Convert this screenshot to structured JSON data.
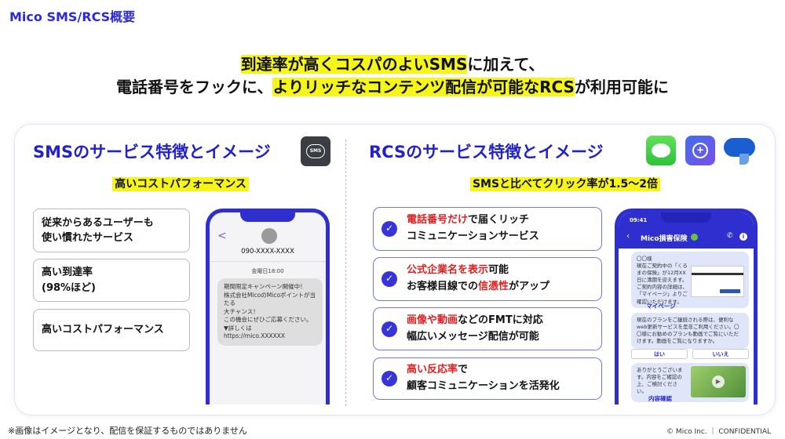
{
  "title": "Mico SMS/RCS概要",
  "headline": {
    "l1_hl": "到達率が高くコスパのよいSMS",
    "l1_rest": "に加えて、",
    "l2_a": "電話番号をフックに、",
    "l2_hl": "よりリッチなコンテンツ配信が可能なRCS",
    "l2_b": "が利用可能に"
  },
  "sms": {
    "heading": "SMSのサービス特徴とイメージ",
    "icon_label": "SMS",
    "subtitle": "高いコストパフォーマンス",
    "features": [
      {
        "l1": "従来からあるユーザーも",
        "l2": "使い慣れたサービス"
      },
      {
        "l1": "高い到達率",
        "l2": "(98%ほど)"
      },
      {
        "l1": "高いコストパフォーマンス",
        "l2": ""
      }
    ],
    "phone": {
      "back": "<",
      "number": "090-XXXX-XXXX",
      "time": "金曜日18:00",
      "message": [
        "期間限定キャンペーン開催中！",
        "株式会社MicoのMicoポイントが当たる",
        "大チャンス！",
        "この機会にぜひご応募ください。",
        "▼詳しくは",
        "https://mico.XXXXXX"
      ]
    }
  },
  "rcs": {
    "heading": "RCSのサービス特徴とイメージ",
    "subtitle": "SMSと比べてクリック率が1.5〜2倍",
    "icons": [
      "messages-icon",
      "rcs-chat-icon",
      "google-messages-icon"
    ],
    "features": [
      {
        "red1": "電話番号だけ",
        "l1": "で届くリッチ",
        "l2": "コミュニケーションサービス",
        "red2": "",
        "l2b": ""
      },
      {
        "red1": "公式企業名を表示",
        "l1": "可能",
        "l2": "お客様目線での",
        "red2": "信憑性",
        "l2b": "がアップ"
      },
      {
        "red1": "画像や動画",
        "l1": "などのFMTに対応",
        "l2": "幅広いメッセージ配信が可能",
        "red2": "",
        "l2b": ""
      },
      {
        "red1": "高い反応率",
        "l1": "で",
        "l2": "顧客コミュニケーションを活発化",
        "red2": "",
        "l2b": ""
      }
    ],
    "phone": {
      "time": "09:41",
      "sender": "Mico損害保険",
      "msg1": "〇〇様\n現在ご契約中の「くるまの保険」が12月XX日に満期を迎えます。ご契約内容の詳細は、「マイページ」よりご確認いただけます。",
      "msg1_link": "マイページ",
      "msg2": "現在のプランをご継続される際は、便利なweb更新サービスを是非ご利用ください。〇〇様にお勧めのプランも動画でご覧にいただけます。動画をご覧になりますか。",
      "yes": "はい",
      "no": "いいえ",
      "msg3": "ありがとうございます。内容をご確認の上、ご検討ください。",
      "msg3_link": "内容確認"
    }
  },
  "footer": {
    "note": "※画像はイメージとなり、配信を保証するものではありません",
    "copyright": "© Mico Inc. ｜ CONFIDENTIAL"
  },
  "colors": {
    "accent": "#2222cc",
    "highlight": "#f5f51a",
    "emphasis": "#e02020"
  }
}
